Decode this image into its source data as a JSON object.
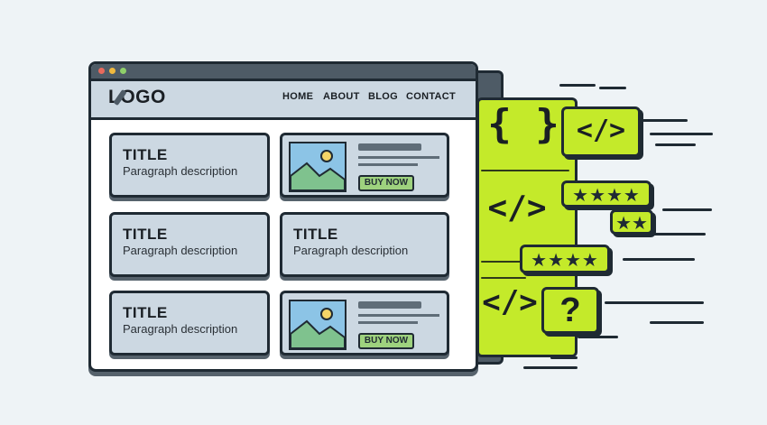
{
  "header": {
    "logo": "LOGO",
    "nav": [
      "HOME",
      "ABOUT",
      "BLOG",
      "CONTACT"
    ]
  },
  "cards": [
    {
      "title": "TITLE",
      "desc": "Paragraph description"
    },
    {
      "title": "TITLE",
      "desc": "Paragraph description"
    },
    {
      "title": "TITLE",
      "desc": "Paragraph description"
    },
    {
      "title": "TITLE",
      "desc": "Paragraph description"
    }
  ],
  "products": [
    {
      "button": "BUY NOW"
    },
    {
      "button": "BUY NOW"
    }
  ],
  "code": {
    "braces": "{ }",
    "tag": "</>",
    "question": "?"
  },
  "colors": {
    "accent": "#c4ea2a",
    "panel": "#ccd8e2",
    "outline": "#1f2a33",
    "button": "#9ed27e"
  }
}
